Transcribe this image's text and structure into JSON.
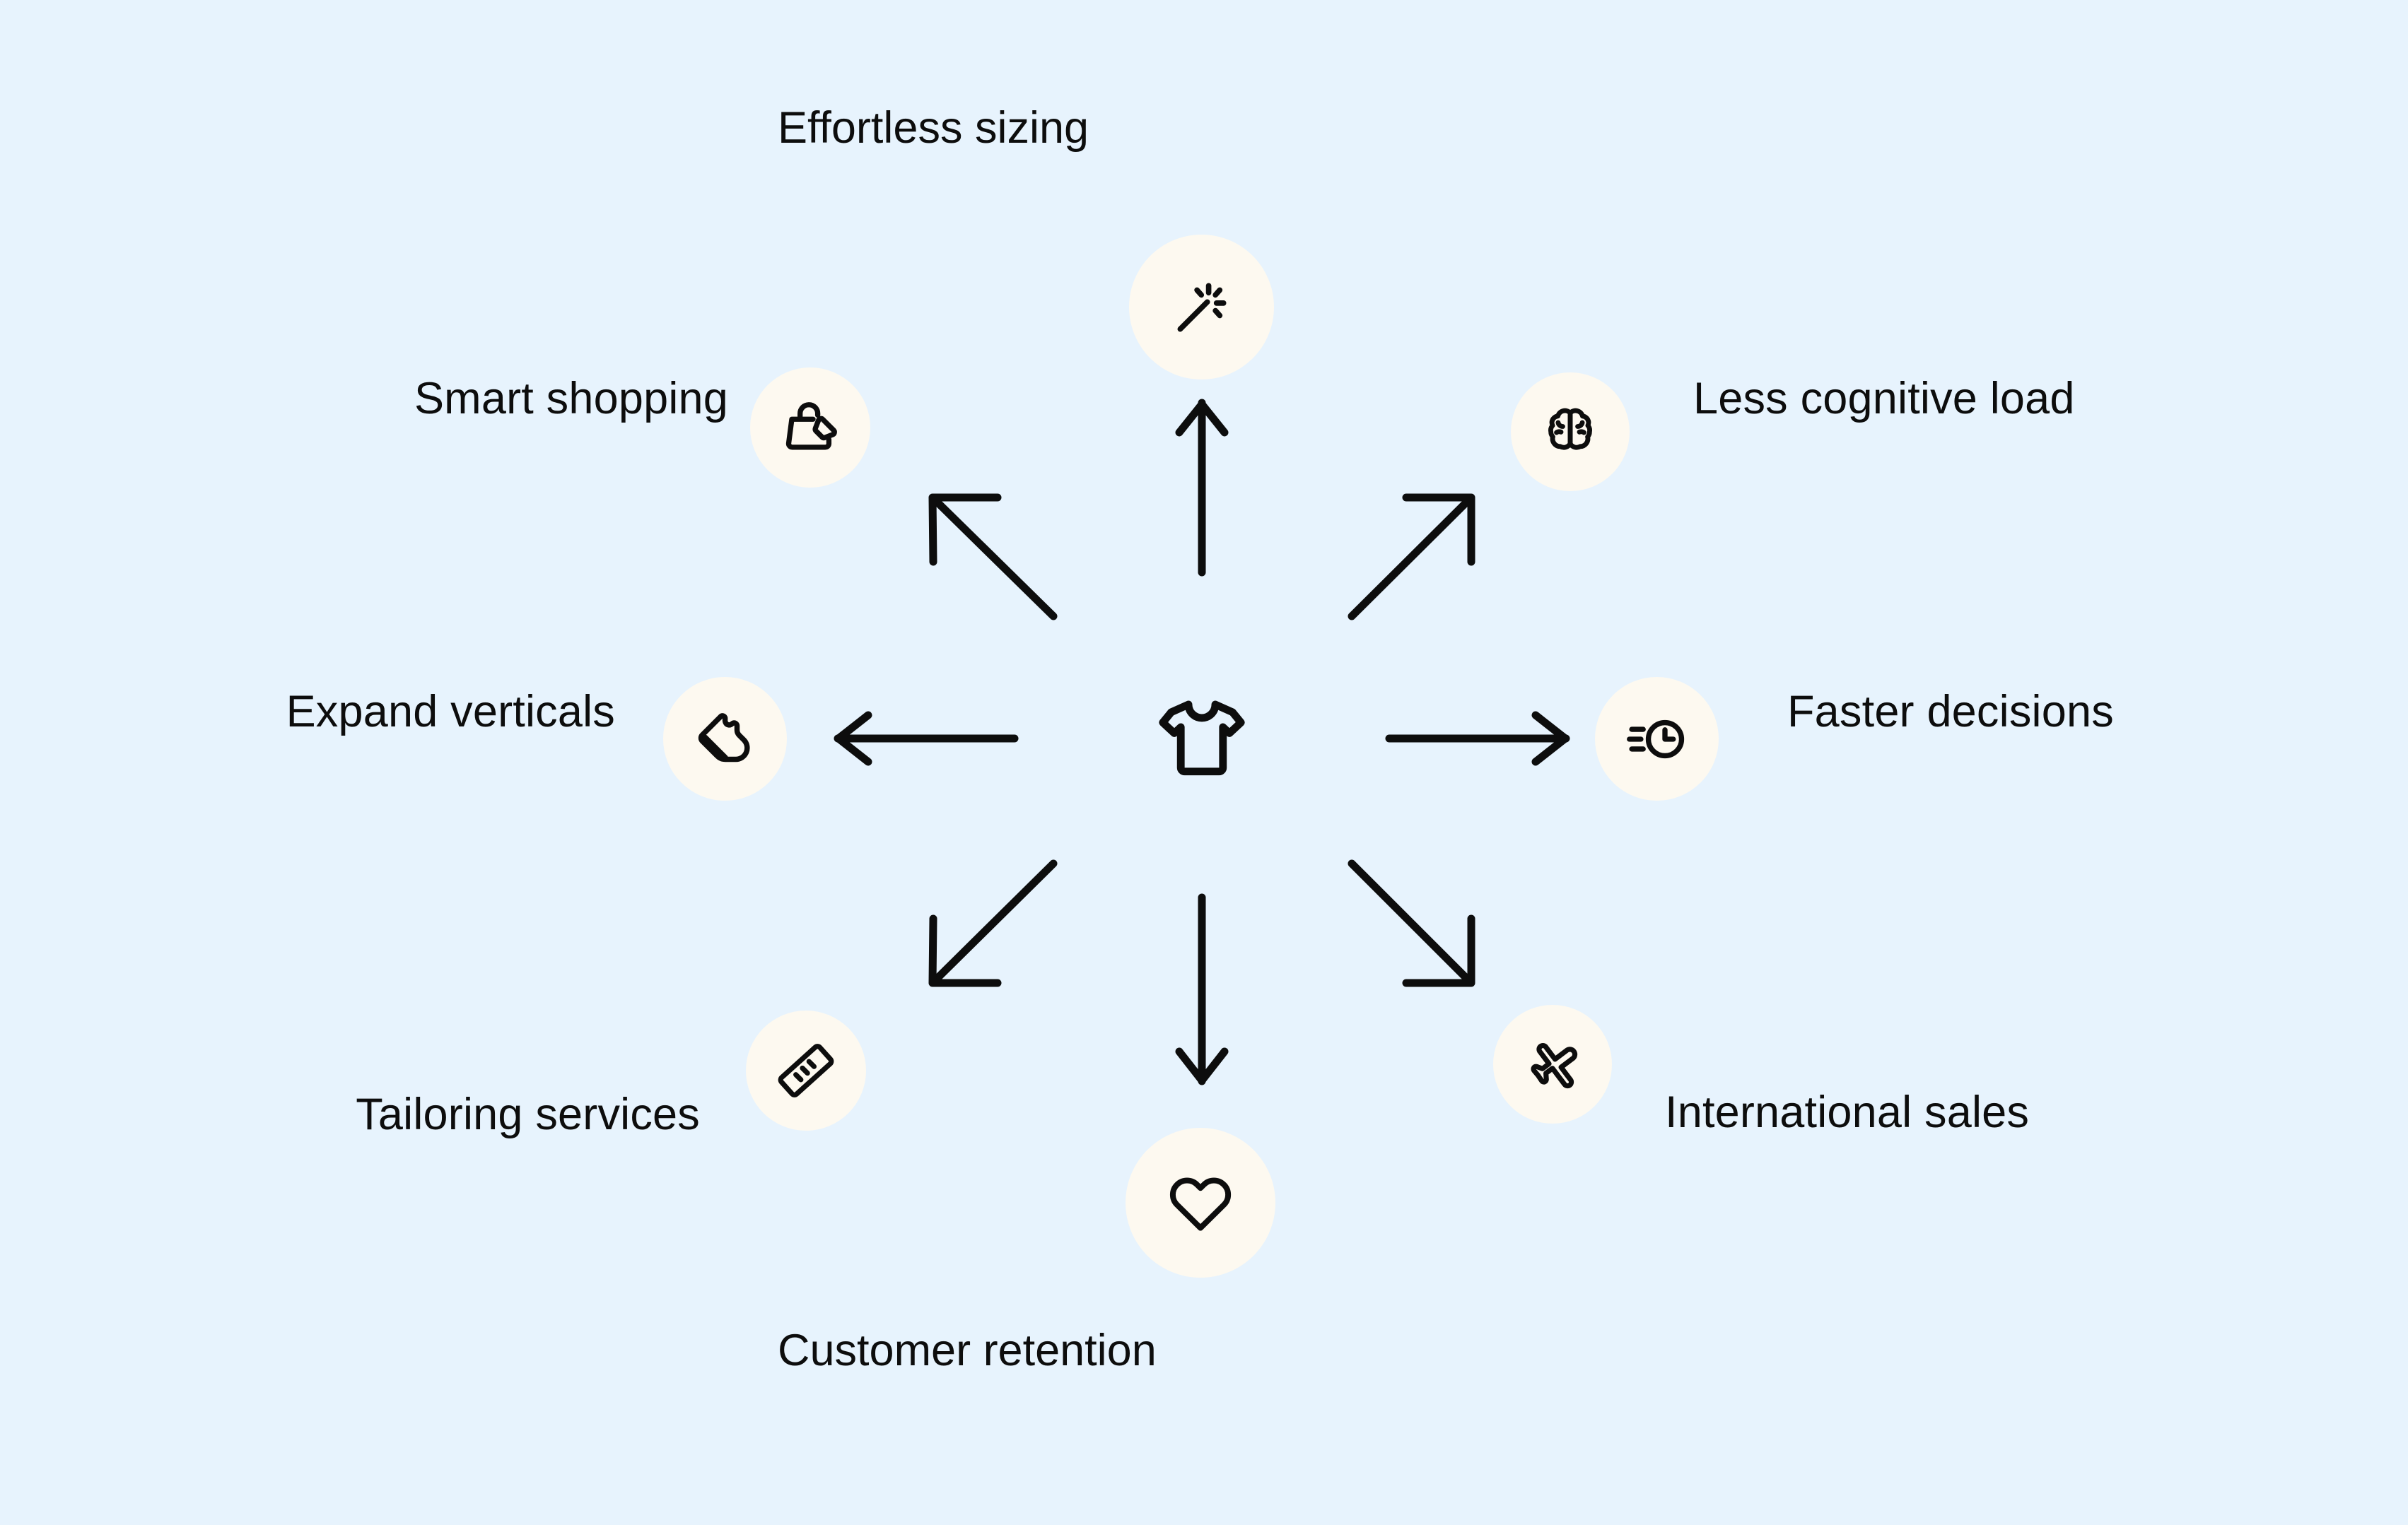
{
  "background_color": "#e7f3fd",
  "bubble_color": "#fdf9f0",
  "stroke_color": "#0d0d0d",
  "center": {
    "icon": "tshirt-icon",
    "label": ""
  },
  "nodes": [
    {
      "id": "effortless-sizing",
      "label": "Effortless sizing",
      "icon": "magic-wand-icon",
      "direction": "up",
      "label_position": "above"
    },
    {
      "id": "less-cognitive-load",
      "label": "Less cognitive load",
      "icon": "brain-icon",
      "direction": "up-right",
      "label_position": "right"
    },
    {
      "id": "faster-decisions",
      "label": "Faster decisions",
      "icon": "fast-clock-icon",
      "direction": "right",
      "label_position": "right"
    },
    {
      "id": "international-sales",
      "label": "International sales",
      "icon": "airplane-icon",
      "direction": "down-right",
      "label_position": "right"
    },
    {
      "id": "customer-retention",
      "label": "Customer retention",
      "icon": "heart-icon",
      "direction": "down",
      "label_position": "below"
    },
    {
      "id": "tailoring-services",
      "label": "Tailoring services",
      "icon": "ruler-icon",
      "direction": "down-left",
      "label_position": "left"
    },
    {
      "id": "expand-verticals",
      "label": "Expand verticals",
      "icon": "sneaker-icon",
      "direction": "left",
      "label_position": "left"
    },
    {
      "id": "smart-shopping",
      "label": "Smart shopping",
      "icon": "shopping-bag-tag-icon",
      "direction": "up-left",
      "label_position": "left"
    }
  ]
}
